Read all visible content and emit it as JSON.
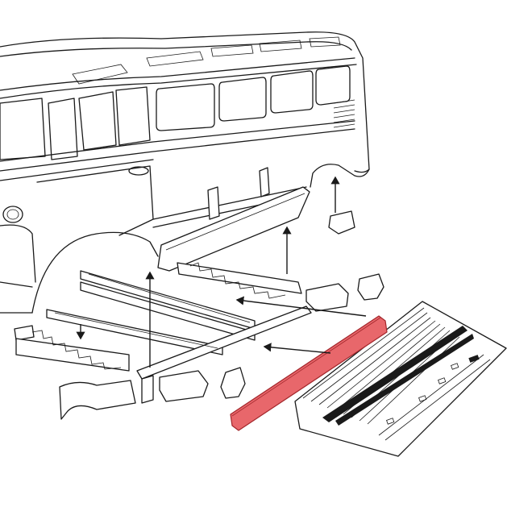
{
  "diagram": {
    "highlight_color": "#e8676b",
    "highlight_stroke": "#a3262b",
    "line_color": "#1a1a1a",
    "background": "#ffffff",
    "parts": [
      {
        "name": "bus-body-side",
        "highlighted": false
      },
      {
        "name": "rocker-panel",
        "highlighted": false
      },
      {
        "name": "front-crossmember",
        "highlighted": false
      },
      {
        "name": "rear-crossmember",
        "highlighted": false
      },
      {
        "name": "jack-point-bracket",
        "highlighted": false
      },
      {
        "name": "floor-pan",
        "highlighted": false
      },
      {
        "name": "sill-channel",
        "highlighted": true
      }
    ]
  }
}
